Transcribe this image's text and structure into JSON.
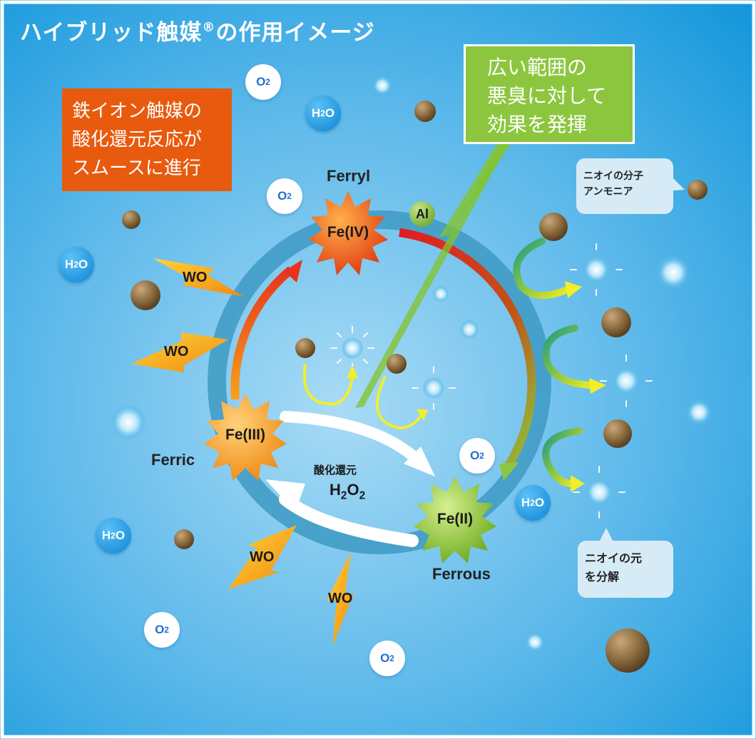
{
  "title": "ハイブリッド触媒",
  "title_mark": "®",
  "title_suffix": "の作用イメージ",
  "orange_box": [
    "鉄イオン触媒の",
    "酸化還元反応が",
    "スムースに進行"
  ],
  "green_box": [
    "広い範囲の",
    "悪臭に対して",
    "効果を発揮"
  ],
  "callout_top": [
    "ニオイの分子",
    "アンモニア"
  ],
  "callout_bottom": [
    "ニオイの元",
    "を分解"
  ],
  "states": {
    "fe4": "Fe(IV)",
    "fe3": "Fe(III)",
    "fe2": "Fe(II)",
    "ferryl": "Ferryl",
    "ferric": "Ferric",
    "ferrous": "Ferrous"
  },
  "center": {
    "label": "酸化還元",
    "h2o2_main": "H",
    "h2o2_sub1": "2",
    "h2o2_mid": "O",
    "h2o2_sub2": "2"
  },
  "al": "Al",
  "wo": "WO",
  "o2": {
    "main": "O",
    "sub": "2"
  },
  "h2o": {
    "main": "H",
    "sub": "2",
    "end": "O"
  },
  "colors": {
    "background": "#2aa4e2",
    "orange_box": "#e85a0e",
    "green_box": "#8cc63f",
    "ring": "#3a9bc4",
    "arrow_red": "#e21b23",
    "molecule_brown": "#8b6a3e"
  }
}
